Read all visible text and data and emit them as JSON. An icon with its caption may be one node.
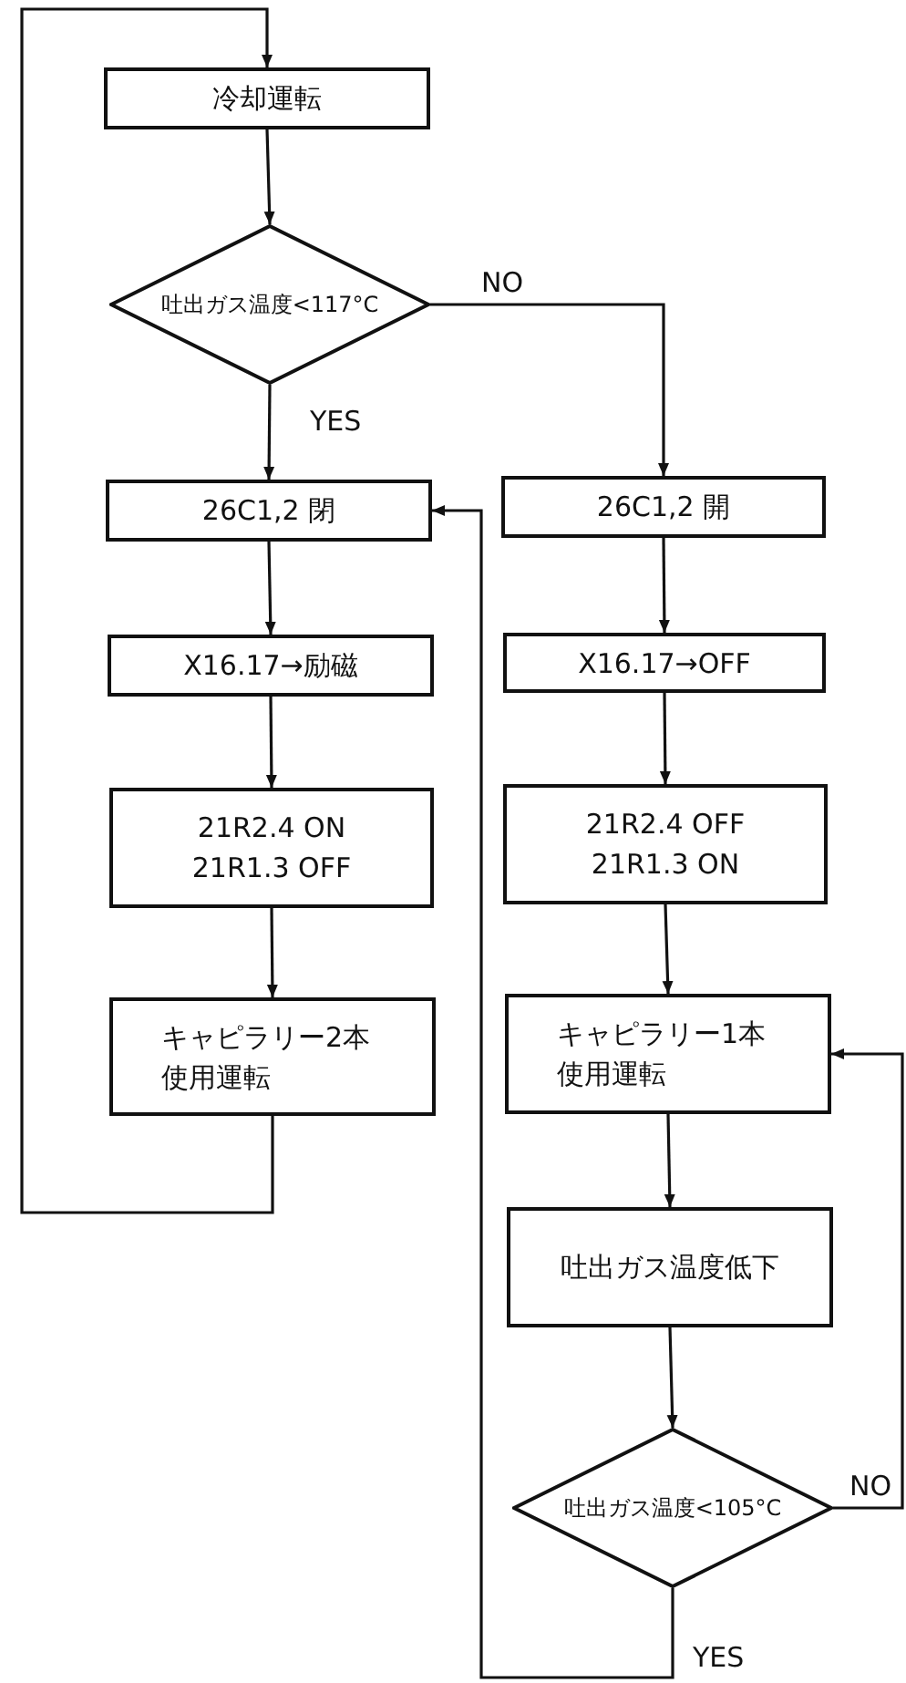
{
  "diagram": {
    "nodes": [
      {
        "text": [
          "冷却運転"
        ]
      },
      {
        "text": [
          "吐出ガス温度<117°C"
        ]
      },
      {
        "text": [
          "26C1,2 閉"
        ]
      },
      {
        "text": [
          "X16.17→励磁"
        ]
      },
      {
        "text": [
          "21R2.4 ON",
          "21R1.3 OFF"
        ]
      },
      {
        "text": [
          "キャピラリー2本使用運転"
        ]
      },
      {
        "text": [
          "26C1,2 開"
        ]
      },
      {
        "text": [
          "X16.17→OFF"
        ]
      },
      {
        "text": [
          "21R2.4 OFF",
          "21R1.3 ON"
        ]
      },
      {
        "text": [
          "キャピラリー1本使用運転"
        ]
      },
      {
        "text": [
          "吐出ガス温度低下"
        ]
      },
      {
        "text": [
          "吐出ガス温度<105°C"
        ]
      }
    ],
    "edges": [
      {
        "from": 0,
        "to": 1,
        "arrow": "to"
      },
      {
        "from": 1,
        "to": 2,
        "arrow": "to",
        "label": "YES"
      },
      {
        "from": 1,
        "to": 6,
        "arrow": "to",
        "label": "NO"
      },
      {
        "from": 2,
        "to": 3,
        "arrow": "to"
      },
      {
        "from": 3,
        "to": 4,
        "arrow": "to"
      },
      {
        "from": 4,
        "to": 5,
        "arrow": "to"
      },
      {
        "from": 5,
        "to": 0,
        "arrow": "to"
      },
      {
        "from": 6,
        "to": 7,
        "arrow": "to"
      },
      {
        "from": 7,
        "to": 8,
        "arrow": "to"
      },
      {
        "from": 8,
        "to": 9,
        "arrow": "to"
      },
      {
        "from": 9,
        "to": 10,
        "arrow": "to"
      },
      {
        "from": 10,
        "to": 11,
        "arrow": "to"
      },
      {
        "from": 11,
        "to": 2,
        "arrow": "to",
        "label": "YES"
      },
      {
        "from": 11,
        "to": 9,
        "arrow": "to",
        "label": "NO"
      }
    ]
  }
}
